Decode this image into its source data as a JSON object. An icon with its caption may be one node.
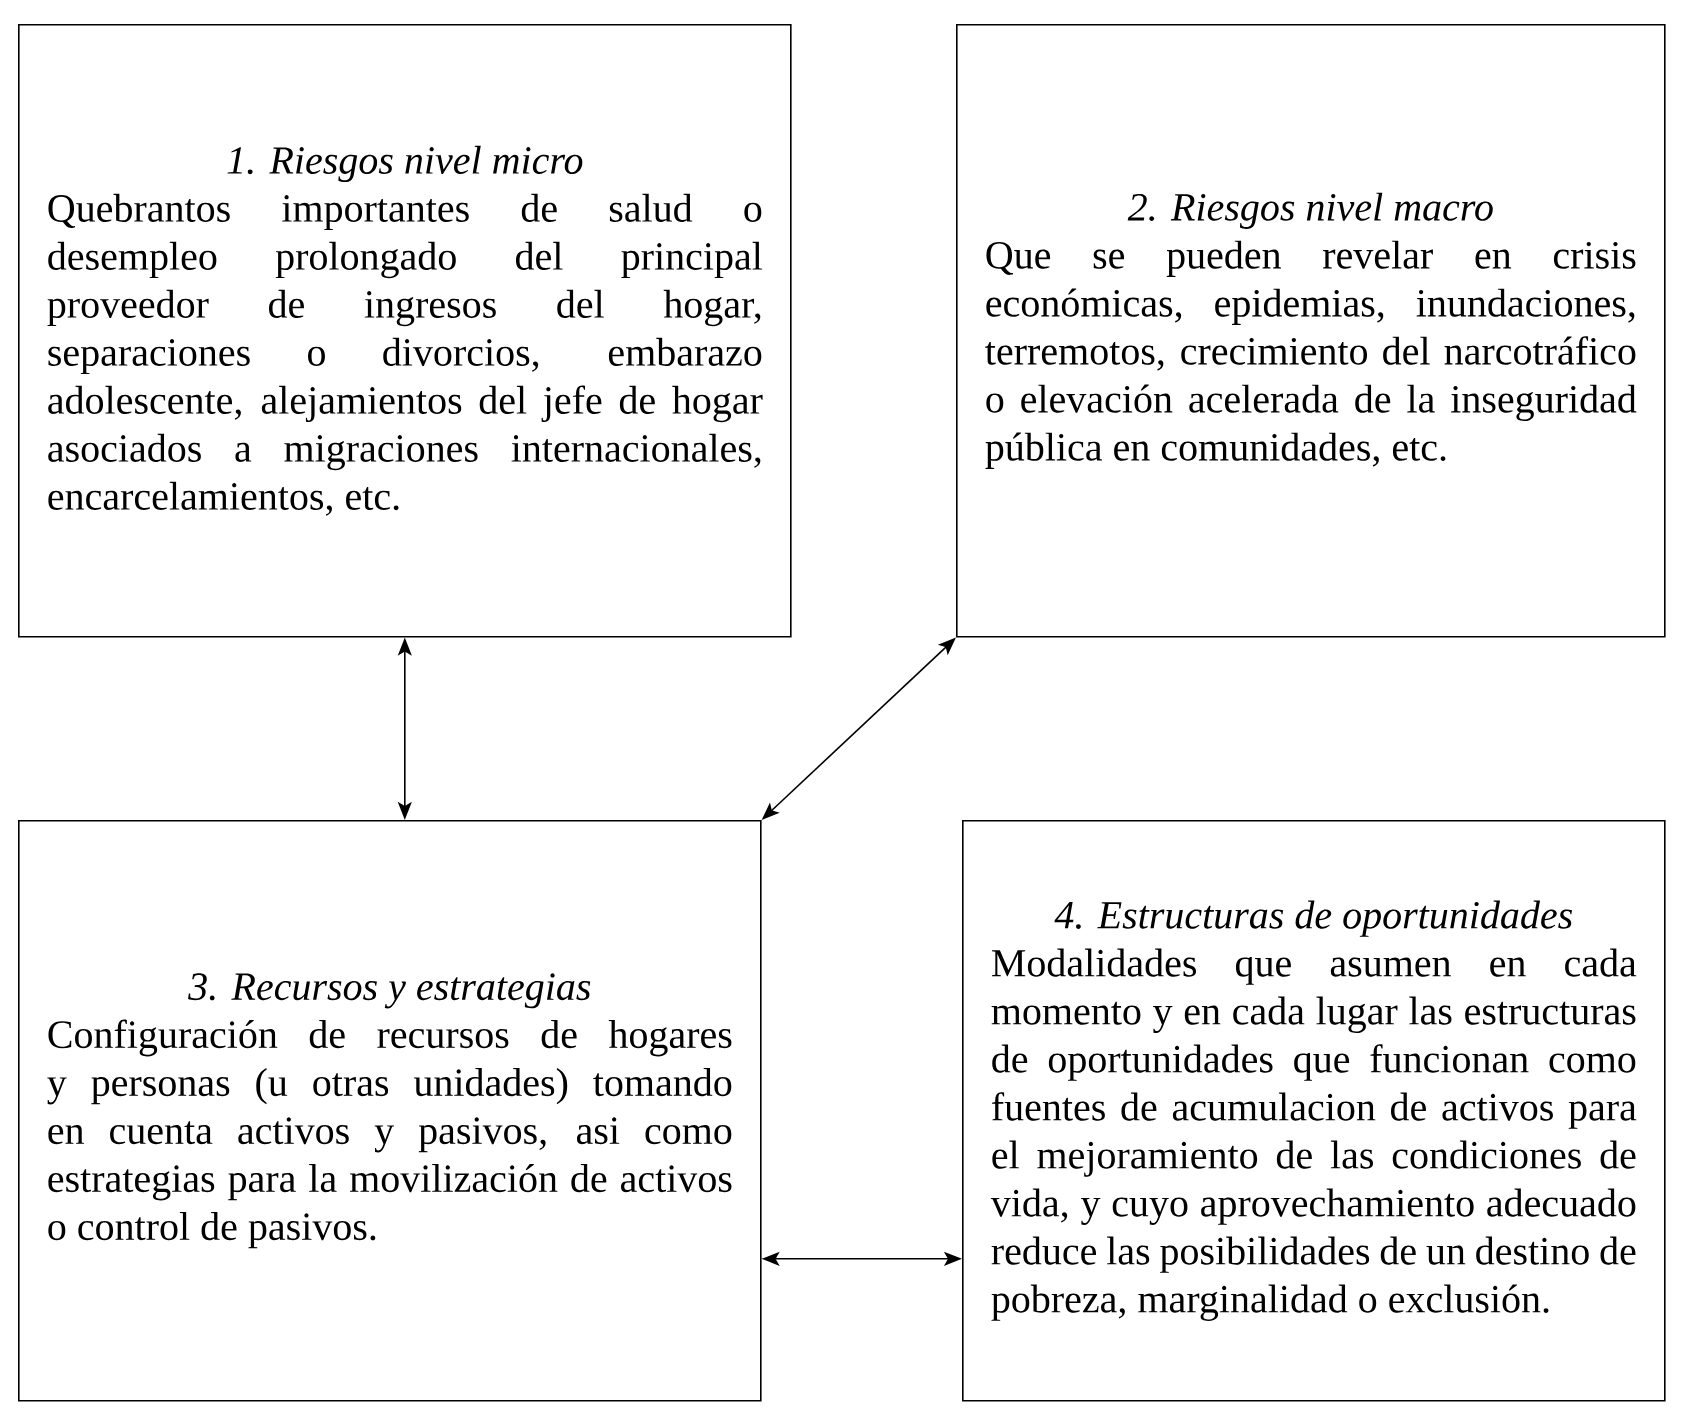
{
  "diagram": {
    "nodes": [
      {
        "text": [
          "1. Riesgos nivel micro",
          "Quebrantos importantes de salud o desempleo prolongado del principal proveedor de ingresos del hogar, separaciones o divorcios, embarazo adolescente, alejamientos del jefe de hogar asociados a migraciones internacionales, encarcelamientos, etc."
        ]
      },
      {
        "text": [
          "2. Riesgos nivel macro",
          "Que se pueden revelar en crisis económicas, epidemias, inundaciones, terremotos, crecimiento del narcotráfico o elevación acelerada de la inseguridad pública en comunidades, etc."
        ]
      },
      {
        "text": [
          "3. Recursos y estrategias",
          "Configuración de recursos de hogares y personas (u otras unidades) tomando en cuenta activos y pasivos, asi como estrategias para la movilización de activos o control de pasivos."
        ]
      },
      {
        "text": [
          "4. Estructuras de oportunidades",
          "Modalidades que asumen en cada momento y en cada lugar las estructuras de oportunidades que funcionan como fuentes de acumulacion de activos para el mejoramiento de las condiciones de vida, y cuyo aprovechamiento adecuado reduce las posibilidades de un destino de pobreza, marginalidad o exclusión."
        ]
      }
    ],
    "edges": [
      {
        "from": 0,
        "to": 2,
        "arrow": "both"
      },
      {
        "from": 1,
        "to": 2,
        "arrow": "both"
      },
      {
        "from": 2,
        "to": 3,
        "arrow": "both"
      }
    ]
  }
}
